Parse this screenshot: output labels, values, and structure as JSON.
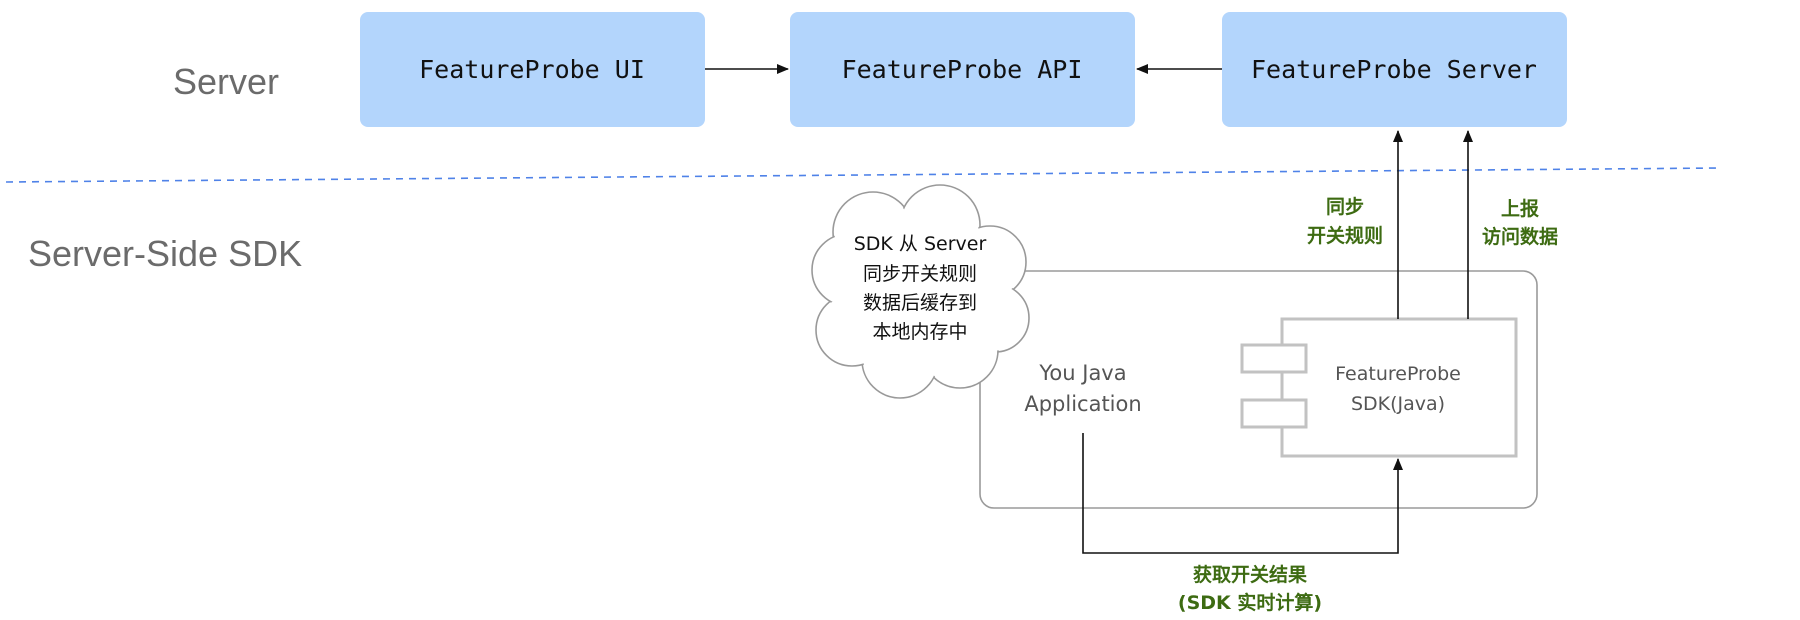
{
  "lanes": {
    "server": "Server",
    "sdk": "Server-Side SDK"
  },
  "nodes": {
    "ui": "FeatureProbe UI",
    "api": "FeatureProbe API",
    "server": "FeatureProbe Server",
    "app_line1": "You Java",
    "app_line2": "Application",
    "sdk_line1": "FeatureProbe",
    "sdk_line2": "SDK(Java)"
  },
  "cloud_note": [
    "SDK 从 Server",
    "同步开关规则",
    "数据后缓存到",
    "本地内存中"
  ],
  "edge_labels": {
    "sync": [
      "同步",
      "开关规则"
    ],
    "report": [
      "上报",
      "访问数据"
    ],
    "fetch": [
      "获取开关结果",
      "(SDK 实时计算)"
    ]
  },
  "colors": {
    "box_fill": "#b3d5fc",
    "divider": "#4f82e8",
    "label_green": "#3d6b12",
    "lane_gray": "#6b6b6b"
  }
}
